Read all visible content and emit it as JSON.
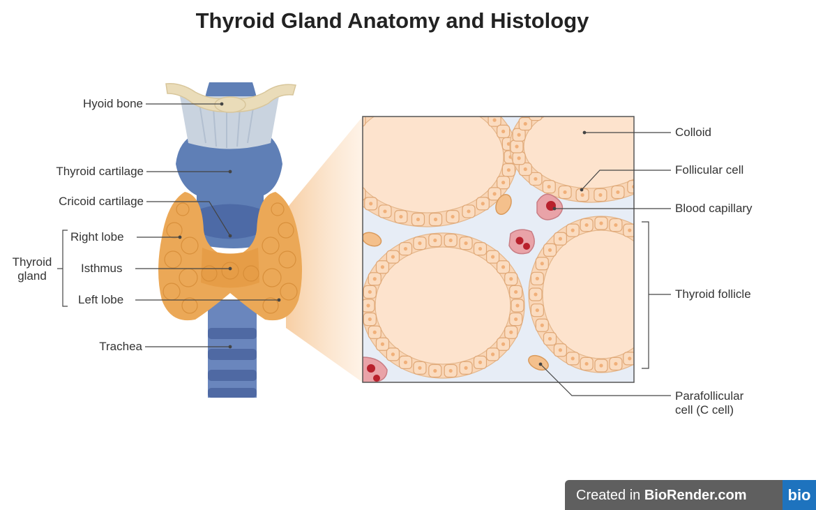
{
  "title": "Thyroid Gland Anatomy and Histology",
  "anatomy_labels": {
    "hyoid_bone": "Hyoid bone",
    "thyroid_cartilage": "Thyroid cartilage",
    "cricoid_cartilage": "Cricoid cartilage",
    "right_lobe": "Right lobe",
    "isthmus": "Isthmus",
    "left_lobe": "Left lobe",
    "trachea": "Trachea",
    "thyroid_gland_line1": "Thyroid",
    "thyroid_gland_line2": "gland"
  },
  "histology_labels": {
    "colloid": "Colloid",
    "follicular_cell": "Follicular cell",
    "blood_capillary": "Blood capillary",
    "thyroid_follicle": "Thyroid follicle",
    "parafollicular_line1": "Parafollicular",
    "parafollicular_line2": "cell (C cell)"
  },
  "footer": {
    "created_in": "Created in ",
    "brand": "BioRender.com",
    "logo": "bio"
  },
  "colors": {
    "cartilage_blue": "#5f7fb6",
    "ligament_gray": "#c9d3df",
    "hyoid_tan": "#eadcb9",
    "thyroid_orange": "#eba857",
    "colloid_peach": "#fde3cd",
    "interstitial_blue": "#e7edf6",
    "capillary_red": "#c0392b"
  }
}
